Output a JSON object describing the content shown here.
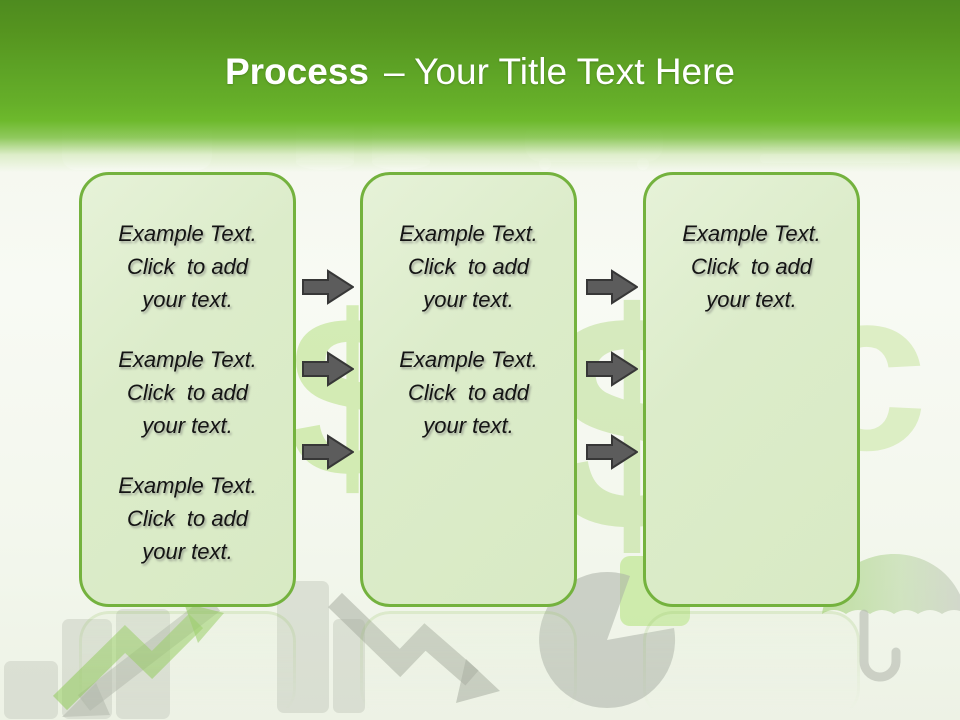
{
  "title": {
    "emphasis": "Process",
    "rest": "– Your Title Text Here"
  },
  "process": {
    "columns": [
      {
        "name": "step-1",
        "paragraphs": [
          "Example Text.\nClick  to add\nyour text.",
          "Example Text.\nClick  to add\nyour text.",
          "Example Text.\nClick  to add\nyour text."
        ]
      },
      {
        "name": "step-2",
        "paragraphs": [
          "Example Text.\nClick  to add\nyour text.",
          "Example Text.\nClick  to add\nyour text."
        ]
      },
      {
        "name": "step-3",
        "paragraphs": [
          "Example Text.\nClick  to add\nyour text."
        ]
      }
    ],
    "arrows_per_gap": 3
  },
  "watermark_glyphs": {
    "dollar": "$",
    "cent": "c"
  },
  "icons": [
    "calculator-icon",
    "database-icon",
    "bowl-icon",
    "document-lines-icon",
    "bar-chart-up-icon",
    "trend-up-arrow-icon",
    "trend-down-arrow-icon",
    "bar-chart-icon",
    "pie-chart-icon",
    "umbrella-icon",
    "dollar-watermark-icon",
    "cent-watermark-icon",
    "right-arrow-icon"
  ],
  "colors": {
    "header_top": "#4e8b1f",
    "header_bottom": "#6cb72d",
    "box_fill": "#dcecca",
    "box_border": "#74b23e",
    "arrow_fill": "#5c5c5c",
    "arrow_outline": "#373737",
    "title_text": "#ffffff",
    "body_text": "#141414"
  }
}
